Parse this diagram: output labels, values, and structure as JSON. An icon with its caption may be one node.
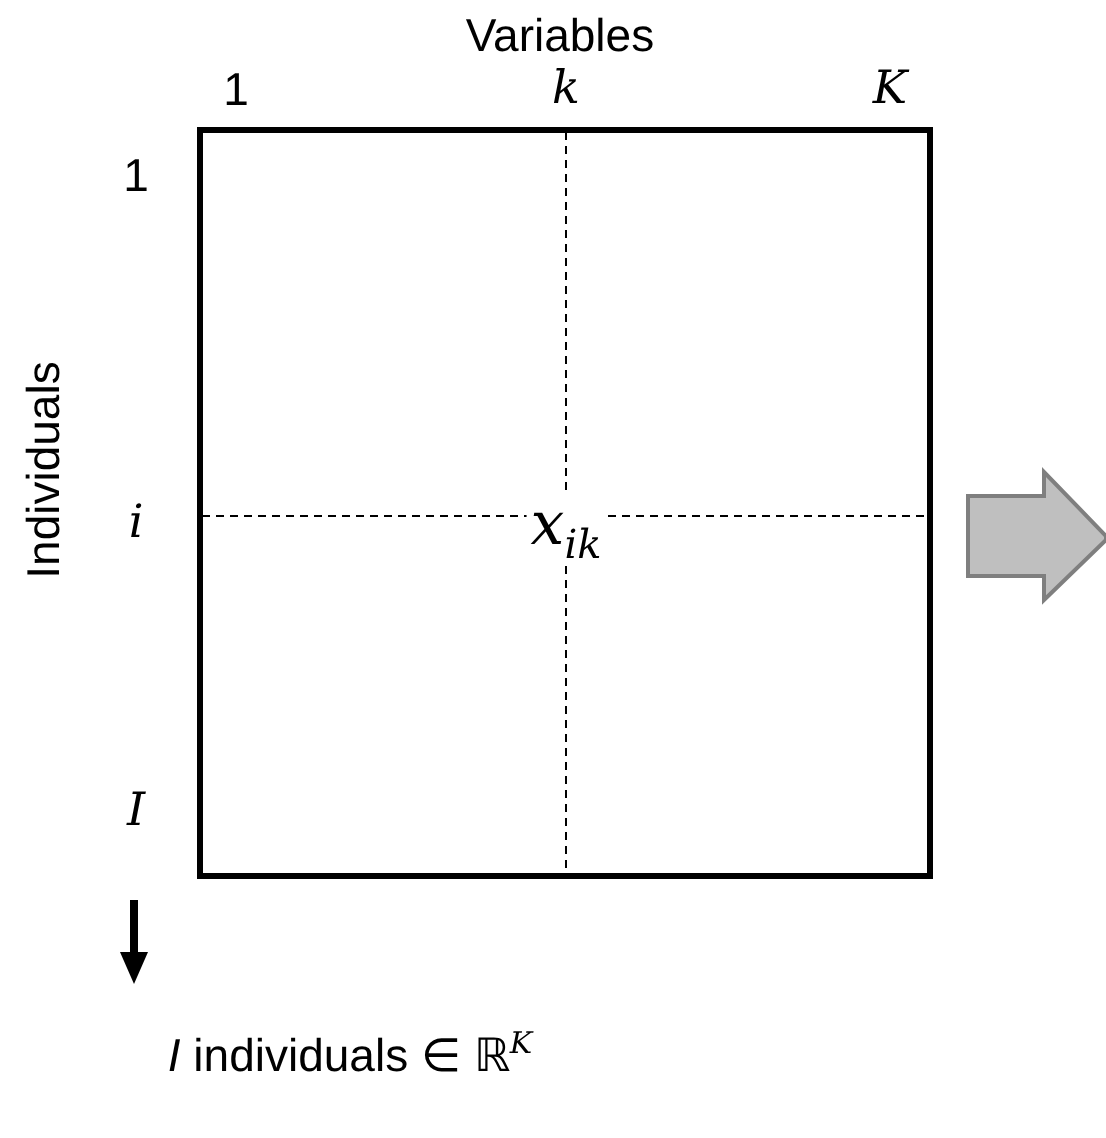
{
  "diagram": {
    "nodes": [
      {
        "text": [
          "x$_{ik}$"
        ]
      }
    ],
    "labels": [
      "Variables",
      "1",
      "k",
      "K",
      "Individuals",
      "1",
      "i",
      "I",
      "*I* individuals ∈ ℝ$^{K}$"
    ]
  }
}
